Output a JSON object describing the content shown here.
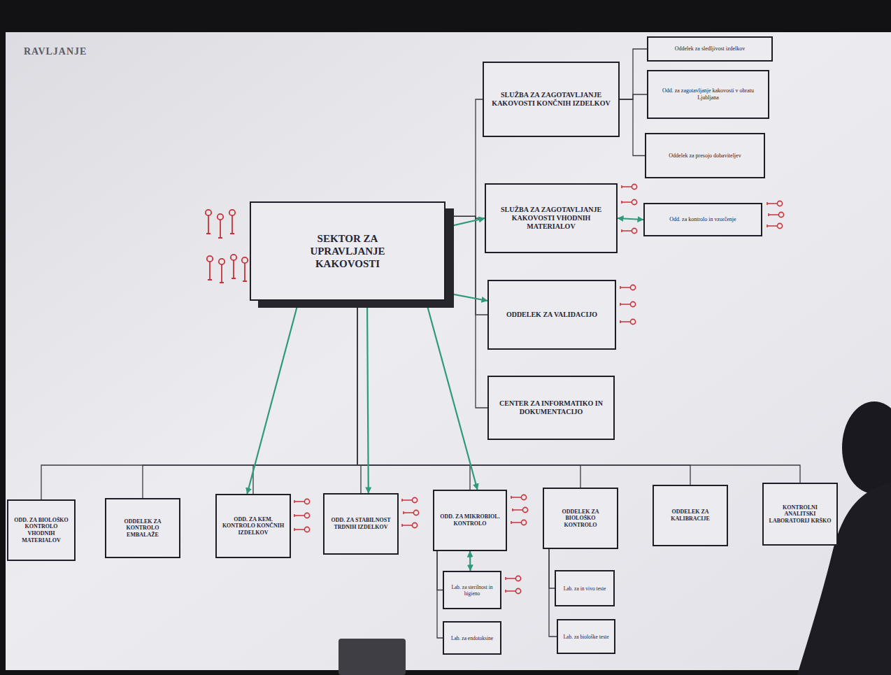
{
  "diagram": {
    "title": "RAVLJANJE",
    "nodes": [
      {
        "text": [
          "SEKTOR ZA UPRAVLJANJE KAKOVOSTI"
        ]
      },
      {
        "text": [
          "SLUŽBA ZA ZAGOTAVLJANJE KAKOVOSTI KONČNIH IZDELKOV"
        ]
      },
      {
        "text": [
          "Oddelek za sledljivost izdelkov"
        ]
      },
      {
        "text": [
          "Odd. za zagotavljanje kakovosti v obratu Ljubljana"
        ]
      },
      {
        "text": [
          "Oddelek za presojo dobaviteljev"
        ]
      },
      {
        "text": [
          "SLUŽBA ZA ZAGOTAVLJANJE KAKOVOSTI VHODNIH MATERIALOV"
        ]
      },
      {
        "text": [
          "Odd. za kontrolo in vzorčenje"
        ]
      },
      {
        "text": [
          "ODDELEK ZA VALIDACIJO"
        ]
      },
      {
        "text": [
          "CENTER ZA INFORMATIKO IN DOKUMENTACIJO"
        ]
      },
      {
        "text": [
          "ODD. ZA BIOLOŠKO KONTROLO VHODNIH MATERIALOV"
        ]
      },
      {
        "text": [
          "ODDELEK ZA KONTROLO EMBALAŽE"
        ]
      },
      {
        "text": [
          "ODD. ZA KEM. KONTROLO KONČNIH IZDELKOV"
        ]
      },
      {
        "text": [
          "ODD. ZA STABILNOST TRDNIH IZDELKOV"
        ]
      },
      {
        "text": [
          "ODD. ZA MIKROBIOL. KONTROLO"
        ]
      },
      {
        "text": [
          "Lab. za sterilnost in higieno"
        ]
      },
      {
        "text": [
          "Lab. za endotoksine"
        ]
      },
      {
        "text": [
          "ODDELEK ZA BIOLOŠKO KONTROLO"
        ]
      },
      {
        "text": [
          "Lab. za in vivo teste"
        ]
      },
      {
        "text": [
          "Lab. za biološke teste"
        ]
      },
      {
        "text": [
          "ODDELEK ZA KALIBRACIJE"
        ]
      },
      {
        "text": [
          "KONTROLNI ANALITSKI LABORATORIJ KRŠKO"
        ]
      }
    ],
    "edges": [
      {
        "from": 0,
        "to": 1,
        "arrow": "none"
      },
      {
        "from": 0,
        "to": 5,
        "arrow": "none"
      },
      {
        "from": 0,
        "to": 7,
        "arrow": "none"
      },
      {
        "from": 0,
        "to": 8,
        "arrow": "none"
      },
      {
        "from": 1,
        "to": 2,
        "arrow": "none"
      },
      {
        "from": 1,
        "to": 3,
        "arrow": "none"
      },
      {
        "from": 1,
        "to": 4,
        "arrow": "none"
      },
      {
        "from": 0,
        "to": 9,
        "arrow": "none"
      },
      {
        "from": 0,
        "to": 10,
        "arrow": "none"
      },
      {
        "from": 0,
        "to": 11,
        "arrow": "none"
      },
      {
        "from": 0,
        "to": 12,
        "arrow": "none"
      },
      {
        "from": 0,
        "to": 13,
        "arrow": "none"
      },
      {
        "from": 0,
        "to": 16,
        "arrow": "none"
      },
      {
        "from": 0,
        "to": 19,
        "arrow": "none"
      },
      {
        "from": 0,
        "to": 20,
        "arrow": "none"
      },
      {
        "from": 13,
        "to": 14,
        "arrow": "none"
      },
      {
        "from": 13,
        "to": 15,
        "arrow": "none"
      },
      {
        "from": 16,
        "to": 17,
        "arrow": "none"
      },
      {
        "from": 16,
        "to": 18,
        "arrow": "none"
      },
      {
        "from": 0,
        "to": 5,
        "arrow": "both"
      },
      {
        "from": 0,
        "to": 7,
        "arrow": "both"
      },
      {
        "from": 0,
        "to": 11,
        "arrow": "both"
      },
      {
        "from": 0,
        "to": 12,
        "arrow": "both"
      },
      {
        "from": 0,
        "to": 13,
        "arrow": "both"
      },
      {
        "from": 5,
        "to": 6,
        "arrow": "both"
      },
      {
        "from": 13,
        "to": 14,
        "arrow": "both"
      }
    ]
  }
}
